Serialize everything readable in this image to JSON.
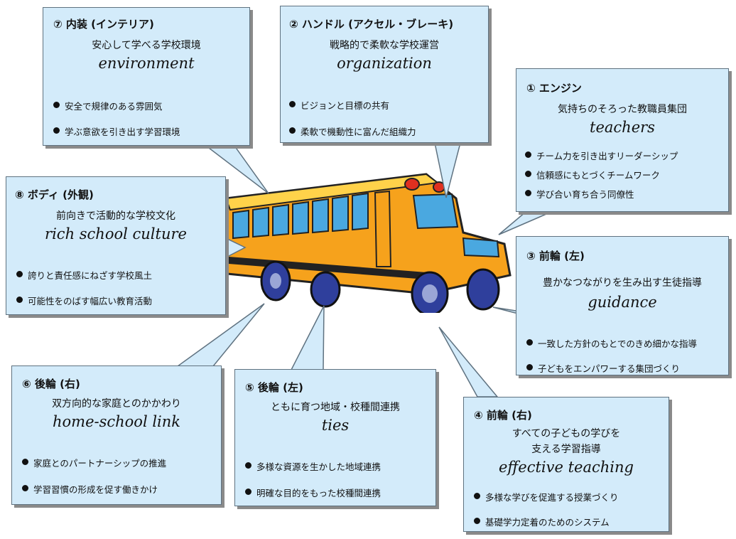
{
  "boxes": {
    "interior": {
      "title": "⑦ 内装 (インテリア)",
      "subtitle": "安心して学べる学校環境",
      "english": "environment",
      "items": [
        "安全で規律のある雰囲気",
        "学ぶ意欲を引き出す学習環境"
      ]
    },
    "handle": {
      "title": "② ハンドル (アクセル・ブレーキ)",
      "subtitle": "戦略的で柔軟な学校運営",
      "english": "organization",
      "items": [
        "ビジョンと目標の共有",
        "柔軟で機動性に富んだ組織力"
      ]
    },
    "engine": {
      "title": "① エンジン",
      "subtitle": "気持ちのそろった教職員集団",
      "english": "teachers",
      "items": [
        "チーム力を引き出すリーダーシップ",
        "信頼感にもとづくチームワーク",
        "学び合い育ち合う同僚性"
      ]
    },
    "body": {
      "title": "⑧ ボディ (外観)",
      "subtitle": "前向きで活動的な学校文化",
      "english": "rich school culture",
      "items": [
        "誇りと責任感にねざす学校風土",
        "可能性をのばす幅広い教育活動"
      ]
    },
    "front_left": {
      "title": "③ 前輪 (左)",
      "subtitle": "豊かなつながりを生み出す生徒指導",
      "english": "guidance",
      "items": [
        "一致した方針のもとでのきめ細かな指導",
        "子どもをエンパワーする集団づくり"
      ]
    },
    "rear_right": {
      "title": "⑥ 後輪 (右)",
      "subtitle": "双方向的な家庭とのかかわり",
      "english": "home-school link",
      "items": [
        "家庭とのパートナーシップの推進",
        "学習習慣の形成を促す働きかけ"
      ]
    },
    "rear_left": {
      "title": "⑤ 後輪 (左)",
      "subtitle": "ともに育つ地域・校種間連携",
      "english": "ties",
      "items": [
        "多様な資源を生かした地域連携",
        "明確な目的をもった校種間連携"
      ]
    },
    "front_right": {
      "title": "④ 前輪 (右)",
      "subtitle_line1": "すべての子どもの学びを",
      "subtitle_line2": "支える学習指導",
      "english": "effective teaching",
      "items": [
        "多様な学びを促進する授業づくり",
        "基礎学力定着のためのシステム"
      ]
    }
  },
  "colors": {
    "box_fill": "#d3ebfa",
    "box_border": "#5f7280",
    "bus_yellow": "#f6a21c",
    "wheel_blue": "#2f3f9c",
    "window_blue": "#4aa8e0"
  }
}
